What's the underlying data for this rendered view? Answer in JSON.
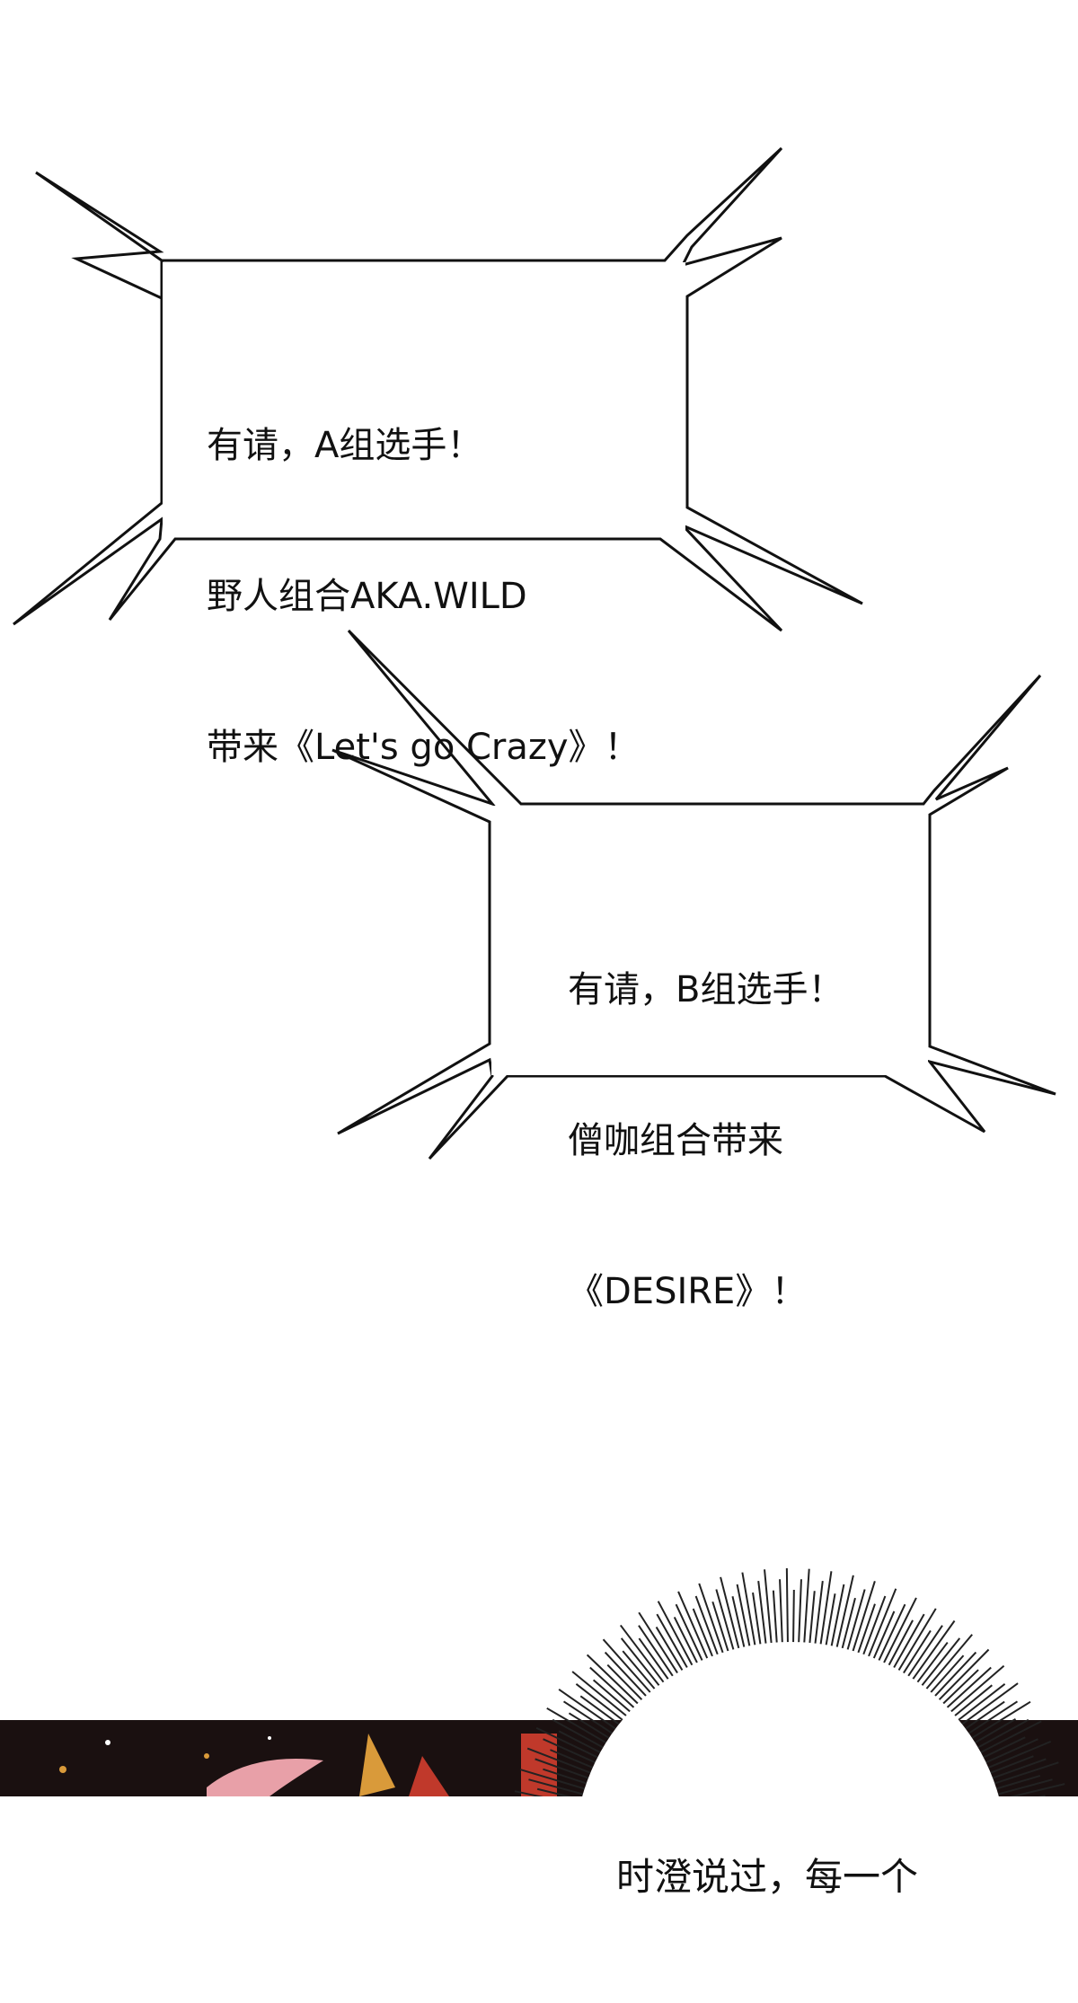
{
  "panel_top": {
    "bubble_a": {
      "lines": [
        "有请，A组选手！",
        "野人组合AKA.WILD",
        "带来《Let's go Crazy》！"
      ]
    },
    "bubble_b": {
      "lines": [
        "有请，B组选手！",
        "僧咖组合带来",
        "《DESIRE》！"
      ]
    }
  },
  "panel_bottom": {
    "bubble_c": {
      "lines": [
        "时澄说过，每一个"
      ]
    }
  },
  "colors": {
    "background": "#ffffff",
    "ink": "#111111",
    "dark_panel": "#1a1010",
    "accent_red": "#c0392b",
    "accent_pink": "#e8a0a8",
    "accent_gold": "#d99a3a"
  }
}
